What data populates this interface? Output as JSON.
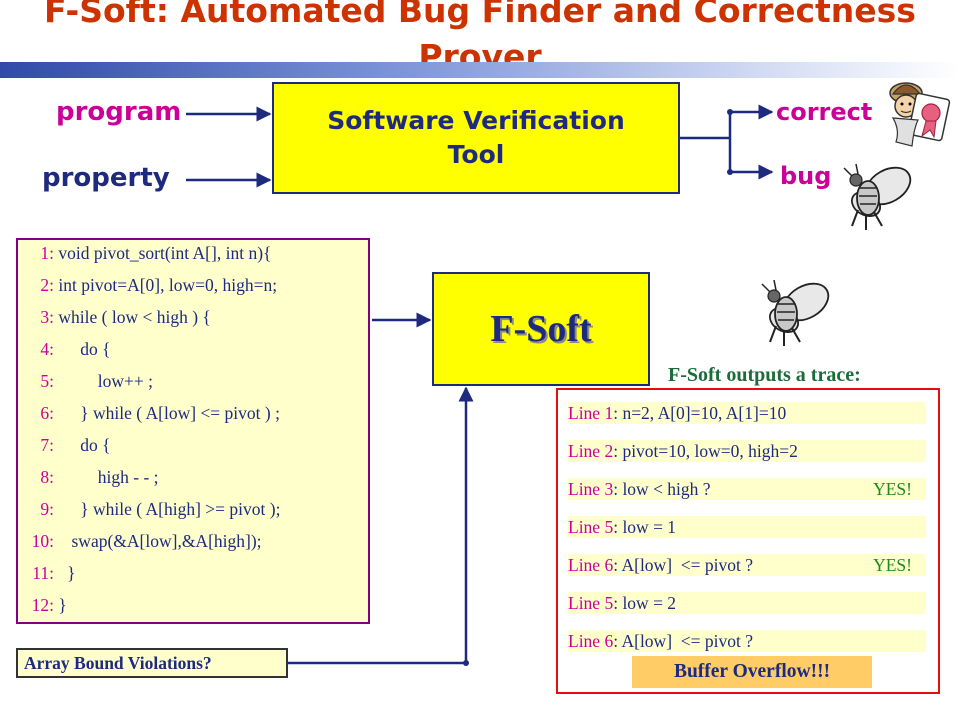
{
  "title": "F-Soft: Automated Bug Finder and Correctness Prover",
  "inputs": {
    "program": "program",
    "property": "property"
  },
  "tool_box": {
    "label": "Software Verification Tool"
  },
  "outputs": {
    "correct": "correct",
    "bug": "bug"
  },
  "code": [
    {
      "num": "1:",
      "text": " void pivot_sort(int A[], int n){"
    },
    {
      "num": "2:",
      "text": " int pivot=A[0], low=0, high=n;"
    },
    {
      "num": "3:",
      "text": " while ( low < high ) {"
    },
    {
      "num": "4:",
      "text": "      do {"
    },
    {
      "num": "5:",
      "text": "          low++ ;"
    },
    {
      "num": "6:",
      "text": "      } while ( A[low] <= pivot ) ;"
    },
    {
      "num": "7:",
      "text": "      do {"
    },
    {
      "num": "8:",
      "text": "          high - - ;"
    },
    {
      "num": "9:",
      "text": "      } while ( A[high] >= pivot );"
    },
    {
      "num": "10:",
      "text": "    swap(&A[low],&A[high]);"
    },
    {
      "num": "11:",
      "text": "   }"
    },
    {
      "num": "12:",
      "text": " }"
    }
  ],
  "fsoft_box": {
    "label": "F-Soft"
  },
  "trace": {
    "caption": "F-Soft outputs a trace:",
    "rows": [
      {
        "line": "Line 1",
        "text": ": n=2, A[0]=10, A[1]=10",
        "result": ""
      },
      {
        "line": "Line 2",
        "text": ": pivot=10, low=0, high=2",
        "result": ""
      },
      {
        "line": "Line 3",
        "text": ": low < high ?",
        "result": "YES!"
      },
      {
        "line": "Line 5",
        "text": ": low = 1",
        "result": ""
      },
      {
        "line": "Line 6",
        "text": ": A[low]  <= pivot ?",
        "result": "YES!"
      },
      {
        "line": "Line 5",
        "text": ": low = 2",
        "result": ""
      },
      {
        "line": "Line 6",
        "text": ": A[low]  <= pivot ?",
        "result": ""
      }
    ],
    "conclusion": "Buffer Overflow!!!"
  },
  "property_box": {
    "label": "Array Bound Violations?"
  },
  "colors": {
    "title": "#cc3300",
    "box_fill": "#ffff00",
    "navy": "#1d2a80",
    "magenta": "#cc0099",
    "code_fill": "#ffffcc",
    "trace_border": "#e01010",
    "yes": "#1d8a1d",
    "overflow_fill": "#ffcc66"
  }
}
